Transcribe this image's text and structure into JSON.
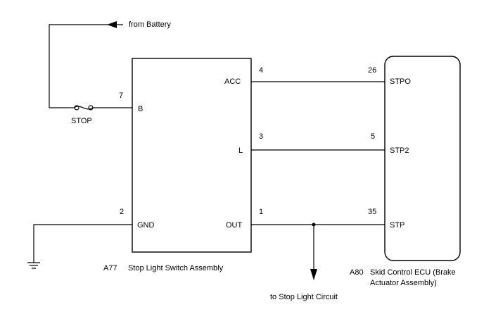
{
  "battery_label": "from Battery",
  "fuse_label": "STOP",
  "switch": {
    "code": "A77",
    "name": "Stop Light Switch Assembly",
    "pins": [
      {
        "num": "7",
        "name": "B"
      },
      {
        "num": "4",
        "name": "ACC"
      },
      {
        "num": "3",
        "name": "L"
      },
      {
        "num": "2",
        "name": "GND"
      },
      {
        "num": "1",
        "name": "OUT"
      }
    ]
  },
  "ecu": {
    "code": "A80",
    "name_line1": "Skid Control ECU (Brake",
    "name_line2": "Actuator Assembly)",
    "pins": [
      {
        "num": "26",
        "name": "STPO"
      },
      {
        "num": "5",
        "name": "STP2"
      },
      {
        "num": "35",
        "name": "STP"
      }
    ]
  },
  "stop_light_label": "to Stop Light Circuit",
  "colors": {
    "line": "#000000",
    "background": "#ffffff"
  }
}
